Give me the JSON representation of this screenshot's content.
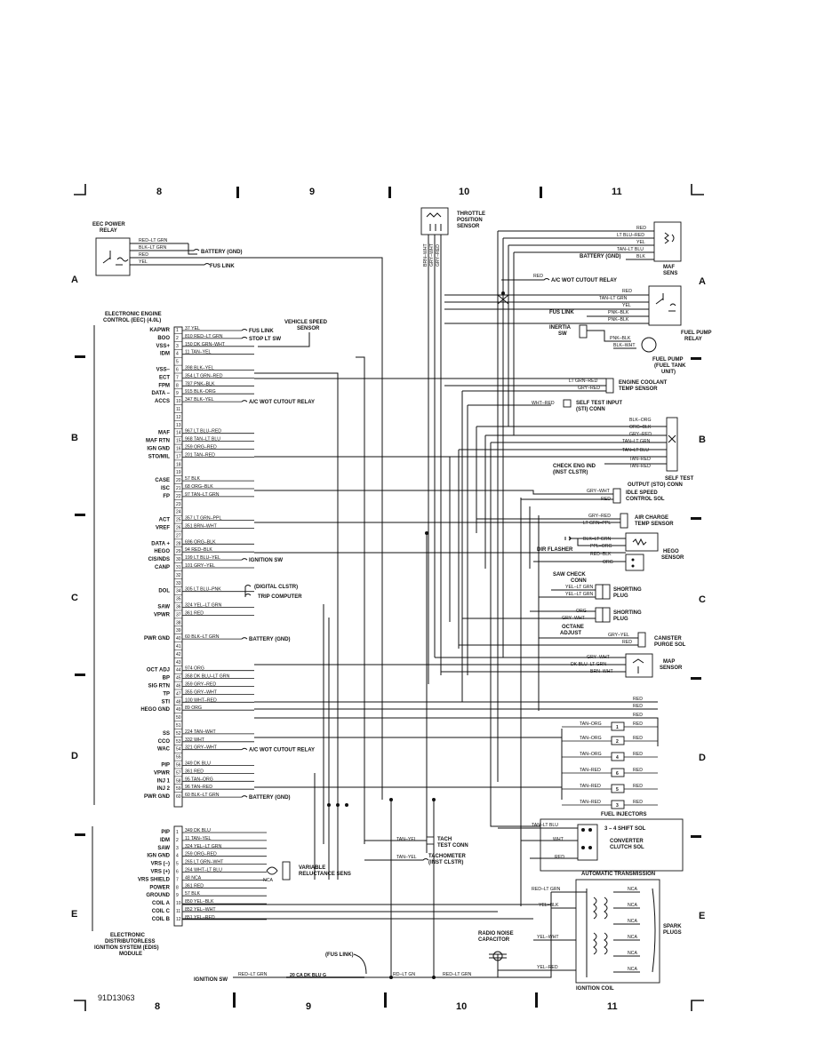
{
  "grid": {
    "columns": [
      "8",
      "9",
      "10",
      "11"
    ],
    "rows": [
      "A",
      "B",
      "C",
      "D",
      "E"
    ]
  },
  "diagram_id": "91D13063",
  "eec": {
    "title1": "ELECTRONIC ENGINE",
    "title2": "CONTROL (EEC) (4.0L)",
    "pins": [
      {
        "n": "1",
        "name": "KAPWR",
        "wire": "37 YEL",
        "dest": "FUS LINK"
      },
      {
        "n": "2",
        "name": "BOO",
        "wire": "810 RED–LT GRN",
        "dest": "STOP LT SW"
      },
      {
        "n": "3",
        "name": "VSS+",
        "wire": "150 DK GRN–WHT",
        "dest": ""
      },
      {
        "n": "4",
        "name": "IDM",
        "wire": "11 TAN–YEL",
        "dest": ""
      },
      {
        "n": "5",
        "name": "",
        "wire": "",
        "dest": ""
      },
      {
        "n": "6",
        "name": "VSS–",
        "wire": "398 BLK–YEL",
        "dest": ""
      },
      {
        "n": "7",
        "name": "ECT",
        "wire": "354 LT GRN–RED",
        "dest": ""
      },
      {
        "n": "8",
        "name": "FPM",
        "wire": "787 PNK–BLK",
        "dest": ""
      },
      {
        "n": "9",
        "name": "DATA –",
        "wire": "915 BLK–ORG",
        "dest": ""
      },
      {
        "n": "10",
        "name": "ACCS",
        "wire": "347 BLK–YEL",
        "dest": "A/C WOT CUTOUT RELAY"
      },
      {
        "n": "11",
        "name": "",
        "wire": "",
        "dest": ""
      },
      {
        "n": "12",
        "name": "",
        "wire": "",
        "dest": ""
      },
      {
        "n": "13",
        "name": "",
        "wire": "",
        "dest": ""
      },
      {
        "n": "14",
        "name": "MAF",
        "wire": "967 LT BLU–RED",
        "dest": ""
      },
      {
        "n": "15",
        "name": "MAF RTN",
        "wire": "968 TAN–LT BLU",
        "dest": ""
      },
      {
        "n": "16",
        "name": "IGN GND",
        "wire": "259 ORG–RED",
        "dest": ""
      },
      {
        "n": "17",
        "name": "STO/MIL",
        "wire": "201 TAN–RED",
        "dest": ""
      },
      {
        "n": "18",
        "name": "",
        "wire": "",
        "dest": ""
      },
      {
        "n": "19",
        "name": "",
        "wire": "",
        "dest": ""
      },
      {
        "n": "20",
        "name": "CASE",
        "wire": "57 BLK",
        "dest": ""
      },
      {
        "n": "21",
        "name": "ISC",
        "wire": "68 ORG–BLK",
        "dest": ""
      },
      {
        "n": "22",
        "name": "FP",
        "wire": "97 TAN–LT GRN",
        "dest": ""
      },
      {
        "n": "23",
        "name": "",
        "wire": "",
        "dest": ""
      },
      {
        "n": "24",
        "name": "",
        "wire": "",
        "dest": ""
      },
      {
        "n": "25",
        "name": "ACT",
        "wire": "357 LT GRN–PPL",
        "dest": ""
      },
      {
        "n": "26",
        "name": "VREF",
        "wire": "351 BRN–WHT",
        "dest": ""
      },
      {
        "n": "27",
        "name": "",
        "wire": "",
        "dest": ""
      },
      {
        "n": "28",
        "name": "DATA +",
        "wire": "696 ORG–BLK",
        "dest": ""
      },
      {
        "n": "29",
        "name": "HEGO",
        "wire": "94 RED–BLK",
        "dest": ""
      },
      {
        "n": "30",
        "name": "CIS/NDS",
        "wire": "199 LT BLU–YEL",
        "dest": "IGNITION SW"
      },
      {
        "n": "31",
        "name": "CANP",
        "wire": "101 GRY–YEL",
        "dest": ""
      },
      {
        "n": "32",
        "name": "",
        "wire": "",
        "dest": ""
      },
      {
        "n": "33",
        "name": "",
        "wire": "",
        "dest": ""
      },
      {
        "n": "34",
        "name": "DOL",
        "wire": "305 LT BLU–PNK",
        "dest": ""
      },
      {
        "n": "35",
        "name": "",
        "wire": "",
        "dest": ""
      },
      {
        "n": "36",
        "name": "SAW",
        "wire": "324 YEL–LT GRN",
        "dest": ""
      },
      {
        "n": "37",
        "name": "VPWR",
        "wire": "361 RED",
        "dest": ""
      },
      {
        "n": "38",
        "name": "",
        "wire": "",
        "dest": ""
      },
      {
        "n": "39",
        "name": "",
        "wire": "",
        "dest": ""
      },
      {
        "n": "40",
        "name": "PWR GND",
        "wire": "60 BLK–LT GRN",
        "dest": "BATTERY (GND)"
      },
      {
        "n": "41",
        "name": "",
        "wire": "",
        "dest": ""
      },
      {
        "n": "42",
        "name": "",
        "wire": "",
        "dest": ""
      },
      {
        "n": "43",
        "name": "",
        "wire": "",
        "dest": ""
      },
      {
        "n": "44",
        "name": "OCT ADJ",
        "wire": "974 ORG",
        "dest": ""
      },
      {
        "n": "45",
        "name": "BP",
        "wire": "358 DK BLU–LT GRN",
        "dest": ""
      },
      {
        "n": "46",
        "name": "SIG RTN",
        "wire": "359 GRY–RED",
        "dest": ""
      },
      {
        "n": "47",
        "name": "TP",
        "wire": "355 GRY–WHT",
        "dest": ""
      },
      {
        "n": "48",
        "name": "STI",
        "wire": "100 WHT–RED",
        "dest": ""
      },
      {
        "n": "49",
        "name": "HEGO GND",
        "wire": "89 ORG",
        "dest": ""
      },
      {
        "n": "50",
        "name": "",
        "wire": "",
        "dest": ""
      },
      {
        "n": "51",
        "name": "",
        "wire": "",
        "dest": ""
      },
      {
        "n": "52",
        "name": "SS",
        "wire": "224 TAN–WHT",
        "dest": ""
      },
      {
        "n": "53",
        "name": "CCO",
        "wire": "332 WHT",
        "dest": ""
      },
      {
        "n": "54",
        "name": "WAC",
        "wire": "321 GRY–WHT",
        "dest": "A/C WOT CUTOUT RELAY"
      },
      {
        "n": "55",
        "name": "",
        "wire": "",
        "dest": ""
      },
      {
        "n": "56",
        "name": "PIP",
        "wire": "349 DK BLU",
        "dest": ""
      },
      {
        "n": "57",
        "name": "VPWR",
        "wire": "361 RED",
        "dest": ""
      },
      {
        "n": "58",
        "name": "INJ 1",
        "wire": "95 TAN–ORG",
        "dest": ""
      },
      {
        "n": "59",
        "name": "INJ 2",
        "wire": "96 TAN–RED",
        "dest": ""
      },
      {
        "n": "60",
        "name": "PWR GND",
        "wire": "60 BLK–LT GRN",
        "dest": "BATTERY (GND)"
      }
    ],
    "digital_clstr": "(DIGITAL CLSTR)",
    "trip_computer": "TRIP COMPUTER"
  },
  "edis": {
    "title": [
      "ELECTRONIC",
      "DISTRIBUTORLESS",
      "IGNITION SYSTEM (EDIS)",
      "MODULE"
    ],
    "pins": [
      {
        "n": "1",
        "name": "PIP",
        "wire": "349 DK BLU"
      },
      {
        "n": "2",
        "name": "IDM",
        "wire": "11 TAN–YEL"
      },
      {
        "n": "3",
        "name": "SAW",
        "wire": "324 YEL–LT GRN"
      },
      {
        "n": "4",
        "name": "IGN GND",
        "wire": "259 ORG–RED"
      },
      {
        "n": "5",
        "name": "VRS (–)",
        "wire": "265 LT GRN–WHT"
      },
      {
        "n": "6",
        "name": "VRS (+)",
        "wire": "264 WHT–LT BLU"
      },
      {
        "n": "7",
        "name": "VRS SHIELD",
        "wire": "48 NCA"
      },
      {
        "n": "8",
        "name": "POWER",
        "wire": "361 RED"
      },
      {
        "n": "9",
        "name": "GROUND",
        "wire": "57 BLK"
      },
      {
        "n": "10",
        "name": "COIL A",
        "wire": "850 YEL–BLK"
      },
      {
        "n": "11",
        "name": "COIL C",
        "wire": "852 YEL–WHT"
      },
      {
        "n": "12",
        "name": "COIL B",
        "wire": "851 YEL–RED"
      }
    ],
    "variable_reluctance": [
      "VARIABLE",
      "RELUCTANCE SENS"
    ],
    "nca": "NCA"
  },
  "components": {
    "eec_power_relay": [
      "EEC POWER",
      "RELAY"
    ],
    "relay_wires": [
      "RED–LT GRN",
      "BLK–LT GRN",
      "RED",
      "YEL"
    ],
    "battery_gnd": "BATTERY (GND)",
    "fus_link": "FUS LINK",
    "vehicle_speed_sensor": [
      "VEHICLE SPEED",
      "SENSOR"
    ],
    "throttle_position_sensor": [
      "THROTTLE",
      "POSITION",
      "SENSOR"
    ],
    "tps_wires": [
      "BRN–WHT",
      "GRY–WHT",
      "GRY–RED"
    ],
    "maf_sens": [
      "MAF",
      "SENS"
    ],
    "maf_wires": [
      "RED",
      "LT BLU–RED",
      "YEL",
      "TAN–LT BLU",
      "BLK"
    ],
    "ac_wot_red": "RED",
    "ac_wot_cutout_relay": "A/C WOT CUTOUT RELAY",
    "fuel_pump_relay": [
      "FUEL PUMP",
      "RELAY"
    ],
    "fpr_wires": [
      "RED",
      "TAN–LT GRN",
      "YEL",
      "PNK–BLK",
      "PNK–BLK"
    ],
    "inertia_sw": [
      "INERTIA",
      "SW"
    ],
    "inertia_wires": [
      "PNK–BLK",
      "BLK–WHT"
    ],
    "fuel_pump": [
      "FUEL PUMP",
      "(FUEL TANK",
      "UNIT)"
    ],
    "engine_coolant": [
      "ENGINE COOLANT",
      "TEMP SENSOR"
    ],
    "ect_wires": [
      "LT GRN–RED",
      "GRY–RED"
    ],
    "self_test_input": [
      "SELF TEST INPUT",
      "(STI) CONN"
    ],
    "sti_wire": "WHT–RED",
    "sto_wires": [
      "BLK–ORG",
      "ORG–BLK",
      "GRY–RED",
      "TAN–LT GRN",
      "TAN–LT BLU",
      "TAN–RED",
      "TAN–RED"
    ],
    "check_eng": [
      "CHECK ENG IND",
      "(INST CLSTR)"
    ],
    "sto_conn": [
      "SELF TEST",
      "OUTPUT (STO) CONN"
    ],
    "idle_speed": [
      "IDLE SPEED",
      "CONTROL SOL"
    ],
    "isc_wires": [
      "GRY–WHT",
      "RED"
    ],
    "air_charge": [
      "AIR CHARGE",
      "TEMP SENSOR"
    ],
    "act_wires": [
      "GRY–RED",
      "LT GRN–PPL"
    ],
    "dir_flasher": "DIR FLASHER",
    "hego_wires": [
      "BLK–LT GRN",
      "PPL–ORG",
      "RED–BLK",
      "ORG"
    ],
    "hego_sensor": [
      "HEGO",
      "SENSOR"
    ],
    "saw_check": [
      "SAW CHECK",
      "CONN"
    ],
    "saw_wires": [
      "YEL–LT GRN",
      "YEL–LT GRN"
    ],
    "shorting_plug": [
      "SHORTING",
      "PLUG"
    ],
    "oct_wires": [
      "ORG",
      "GRY–WHT"
    ],
    "octane_adjust": [
      "OCTANE",
      "ADJUST"
    ],
    "canister": [
      "CANISTER",
      "PURGE SOL"
    ],
    "canp_wires": [
      "GRY–YEL",
      "RED"
    ],
    "map_sensor": [
      "MAP",
      "SENSOR"
    ],
    "map_wires": [
      "GRY–WHT",
      "DK BLU–LT GRN",
      "BRN–WHT"
    ],
    "injectors": {
      "title": "FUEL INJECTORS",
      "red_bus": [
        "RED",
        "RED",
        "RED"
      ],
      "items": [
        {
          "num": "1",
          "wire": "TAN–ORG",
          "pwr": "RED"
        },
        {
          "num": "2",
          "wire": "TAN–ORG",
          "pwr": "RED"
        },
        {
          "num": "4",
          "wire": "TAN–ORG",
          "pwr": "RED"
        },
        {
          "num": "6",
          "wire": "TAN–RED",
          "pwr": "RED"
        },
        {
          "num": "5",
          "wire": "TAN–RED",
          "pwr": "RED"
        },
        {
          "num": "3",
          "wire": "TAN–RED",
          "pwr": "RED"
        }
      ]
    },
    "transmission": {
      "title": "AUTOMATIC TRANSMISSION",
      "wires": [
        "TAN–LT BLU",
        "WHT",
        "RED"
      ],
      "shift_sol": "3 – 4 SHIFT SOL",
      "converter": [
        "CONVERTER",
        "CLUTCH SOL"
      ]
    },
    "ignition_coil": {
      "title": "IGNITION COIL",
      "wires": [
        "RED–LT GRN",
        "YEL–BLK",
        "YEL–WHT",
        "YEL–RED"
      ],
      "nca": [
        "NCA",
        "NCA",
        "NCA",
        "NCA",
        "NCA",
        "NCA"
      ],
      "spark": [
        "SPARK",
        "PLUGS"
      ]
    },
    "tach_test": [
      "TACH",
      "TEST CONN"
    ],
    "tach_wire": "TAN–YEL",
    "tachometer": [
      "TACHOMETER",
      "(INST CLSTR)"
    ],
    "radio_noise": [
      "RADIO NOISE",
      "CAPACITOR"
    ],
    "bottom_fus_link": "(FUS LINK)",
    "ignition_sw": "IGNITION SW",
    "bottom_wires": [
      "RED–LT GRN",
      "20 CA DK BLU G",
      "RD–LT GN",
      "RED–LT GRN"
    ]
  }
}
